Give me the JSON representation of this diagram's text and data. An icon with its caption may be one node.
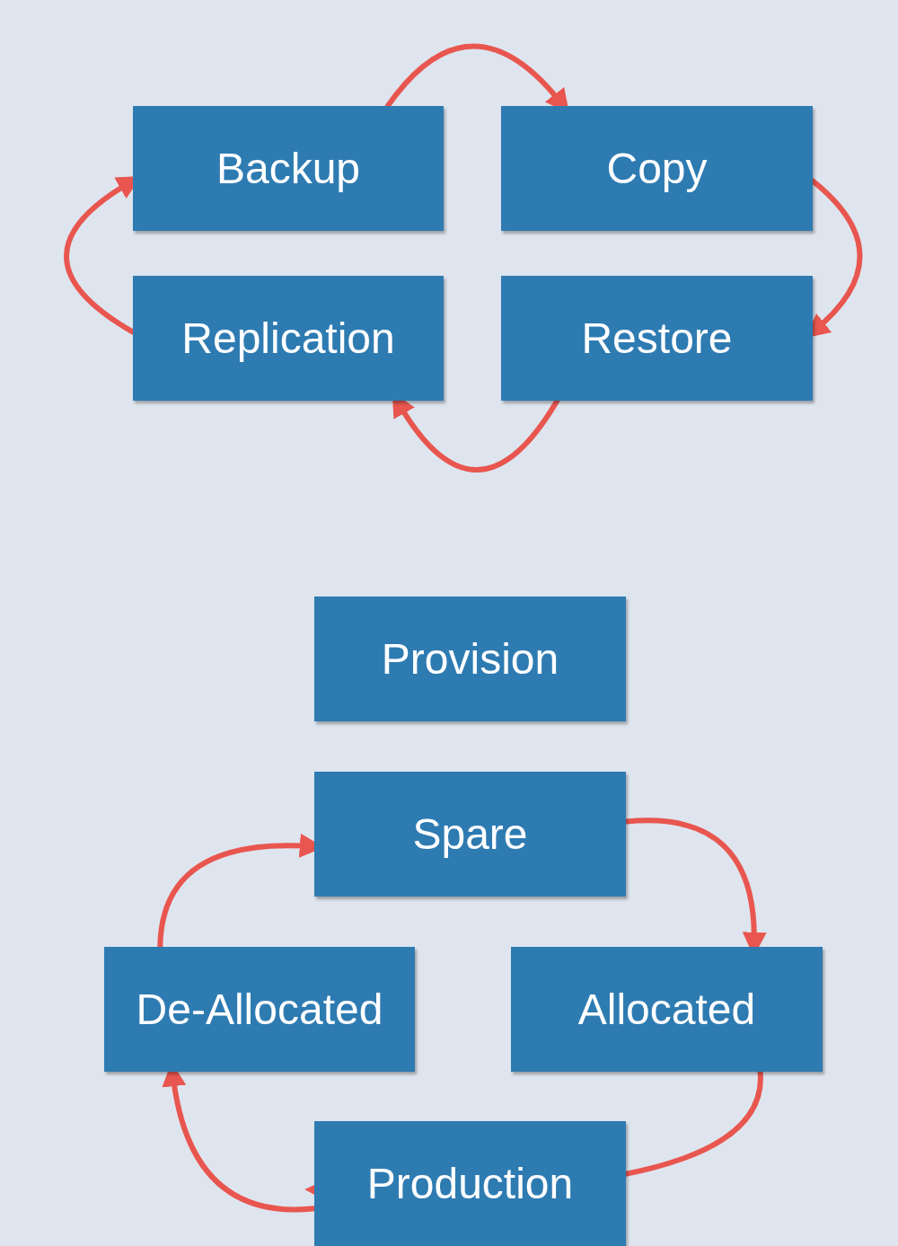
{
  "diagram": {
    "nodes": [
      {
        "text": [
          "Backup"
        ]
      },
      {
        "text": [
          "Copy"
        ]
      },
      {
        "text": [
          "Replication"
        ]
      },
      {
        "text": [
          "Restore"
        ]
      },
      {
        "text": [
          "Provision"
        ]
      },
      {
        "text": [
          "Spare"
        ]
      },
      {
        "text": [
          "De-Allocated"
        ]
      },
      {
        "text": [
          "Allocated"
        ]
      },
      {
        "text": [
          "Production"
        ]
      }
    ],
    "edges": [
      {
        "from": 0,
        "to": 1,
        "arrow": "to"
      },
      {
        "from": 1,
        "to": 3,
        "arrow": "to"
      },
      {
        "from": 3,
        "to": 2,
        "arrow": "to"
      },
      {
        "from": 2,
        "to": 0,
        "arrow": "to"
      },
      {
        "from": 5,
        "to": 7,
        "arrow": "to"
      },
      {
        "from": 7,
        "to": 8,
        "arrow": "to"
      },
      {
        "from": 8,
        "to": 6,
        "arrow": "to"
      },
      {
        "from": 6,
        "to": 5,
        "arrow": "to"
      }
    ]
  }
}
